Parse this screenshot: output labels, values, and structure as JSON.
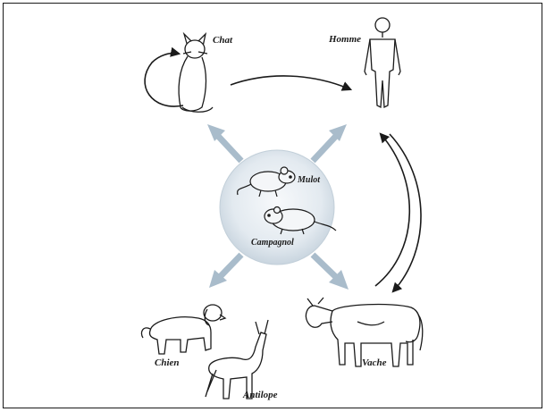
{
  "labels": {
    "chat": "Chat",
    "homme": "Homme",
    "mulot": "Mulot",
    "campagnol": "Campagnol",
    "chien": "Chien",
    "vache": "Vache",
    "antilope": "Antilope"
  },
  "colors": {
    "ink": "#1a1a1a",
    "arrow_blue": "#a9bccb",
    "hub_fill": "#e6edf2"
  }
}
